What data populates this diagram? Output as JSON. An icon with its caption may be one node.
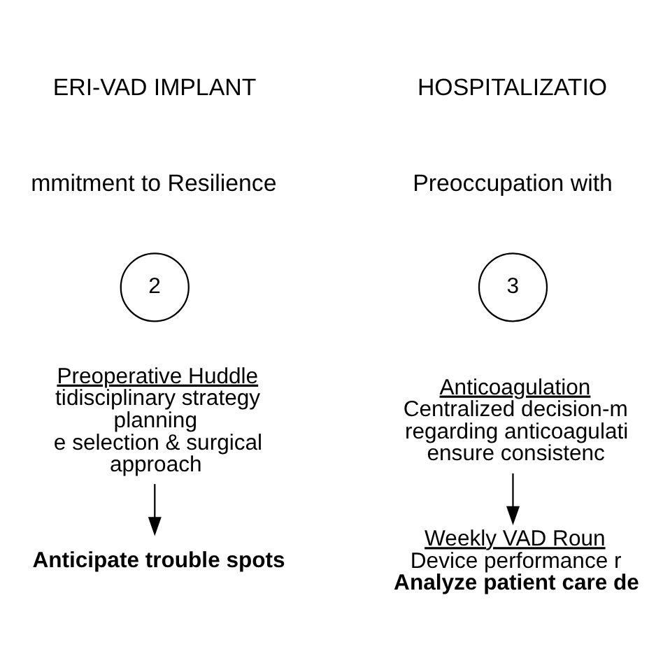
{
  "diagram": {
    "nodes": [
      {
        "text": [
          "2"
        ]
      },
      {
        "text": [
          "Preoperative Huddle",
          "tidisciplinary strategy planning",
          "e selection & surgical approach"
        ]
      },
      {
        "text": [
          "Anticipate trouble spots"
        ]
      },
      {
        "text": [
          "3"
        ]
      },
      {
        "text": [
          "Anticoagulation",
          "Centralized decision-m regarding anticoagulati ensure consistenc"
        ]
      },
      {
        "text": [
          "Weekly VAD Roun",
          "Device performance r",
          "Analyze patient care de"
        ]
      }
    ],
    "edges": [
      {
        "from": 1,
        "to": 2,
        "arrow": "to"
      },
      {
        "from": 4,
        "to": 5,
        "arrow": "to"
      }
    ],
    "labels": [
      "ERI-VAD IMPLANT",
      "HOSPITALIZATIO",
      "mmitment to Resilience",
      "Preoccupation with"
    ]
  }
}
